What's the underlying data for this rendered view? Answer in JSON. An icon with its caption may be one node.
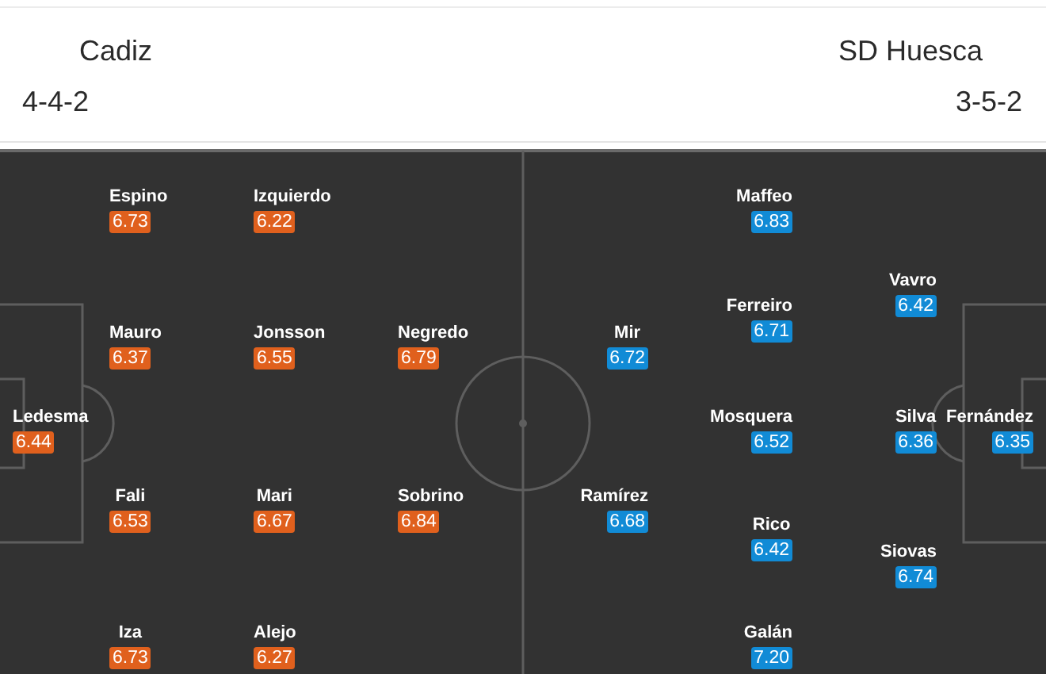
{
  "diagram": {
    "nodes": [
      {
        "text": [
          "Espino",
          "6.73"
        ]
      },
      {
        "text": [
          "Izquierdo",
          "6.22"
        ]
      },
      {
        "text": [
          "Mauro",
          "6.37"
        ]
      },
      {
        "text": [
          "Jonsson",
          "6.55"
        ]
      },
      {
        "text": [
          "Negredo",
          "6.79"
        ]
      },
      {
        "text": [
          "Ledesma",
          "6.44"
        ]
      },
      {
        "text": [
          "Fali",
          "6.53"
        ]
      },
      {
        "text": [
          "Mari",
          "6.67"
        ]
      },
      {
        "text": [
          "Sobrino",
          "6.84"
        ]
      },
      {
        "text": [
          "Iza",
          "6.73"
        ]
      },
      {
        "text": [
          "Alejo",
          "6.27"
        ]
      },
      {
        "text": [
          "Maffeo",
          "6.83"
        ]
      },
      {
        "text": [
          "Vavro",
          "6.42"
        ]
      },
      {
        "text": [
          "Ferreiro",
          "6.71"
        ]
      },
      {
        "text": [
          "Mir",
          "6.72"
        ]
      },
      {
        "text": [
          "Mosquera",
          "6.52"
        ]
      },
      {
        "text": [
          "Silva",
          "6.36"
        ]
      },
      {
        "text": [
          "Fernández",
          "6.35"
        ]
      },
      {
        "text": [
          "Ramírez",
          "6.68"
        ]
      },
      {
        "text": [
          "Rico",
          "6.42"
        ]
      },
      {
        "text": [
          "Siovas",
          "6.74"
        ]
      },
      {
        "text": [
          "Galán",
          "7.20"
        ]
      }
    ],
    "labels": [
      "Cadiz",
      "SD Huesca",
      "4-4-2",
      "3-5-2"
    ]
  }
}
